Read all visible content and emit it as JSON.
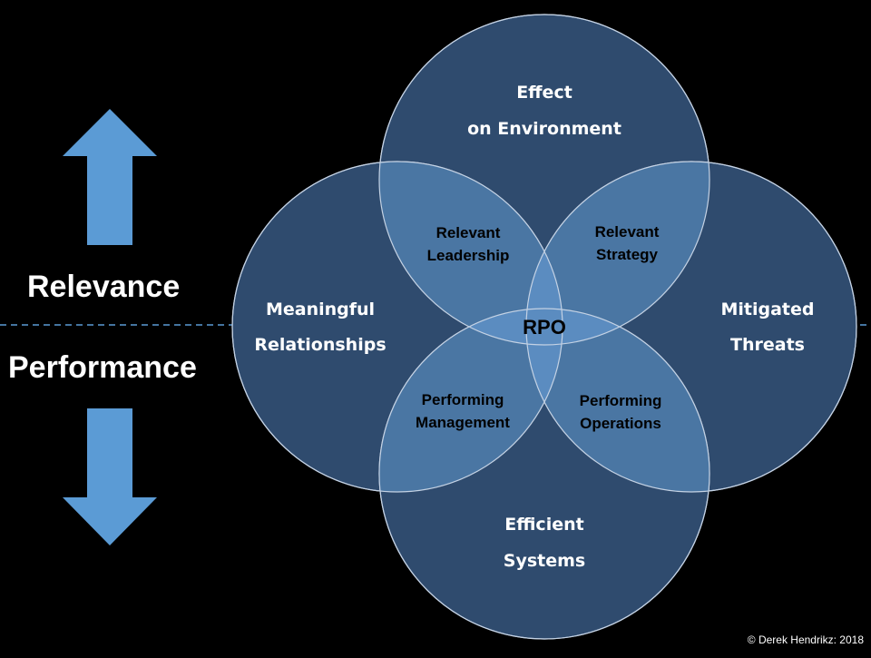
{
  "colors": {
    "background": "#000000",
    "circle_fill": "#2f4b6e",
    "overlap_fill": "#4c7aa8",
    "center_fill": "#5b8cc0",
    "arrow_fill": "#5b9bd5",
    "dashed_line": "#5b9bd5"
  },
  "axis": {
    "top_label": "Relevance",
    "bottom_label": "Performance",
    "up_arrow_icon": "arrow-up-icon",
    "down_arrow_icon": "arrow-down-icon"
  },
  "circles": {
    "top": {
      "line1": "Effect",
      "line2": "on Environment"
    },
    "left": {
      "line1": "Meaningful",
      "line2": "Relationships"
    },
    "right": {
      "line1": "Mitigated",
      "line2": "Threats"
    },
    "bottom": {
      "line1": "Efficient",
      "line2": "Systems"
    }
  },
  "overlaps": {
    "top_left": {
      "line1": "Relevant",
      "line2": "Leadership"
    },
    "top_right": {
      "line1": "Relevant",
      "line2": "Strategy"
    },
    "bottom_left": {
      "line1": "Performing",
      "line2": "Management"
    },
    "bottom_right": {
      "line1": "Performing",
      "line2": "Operations"
    }
  },
  "center": {
    "label": "RPO"
  },
  "footer": {
    "copyright": "© Derek  Hendrikz: 2018"
  }
}
